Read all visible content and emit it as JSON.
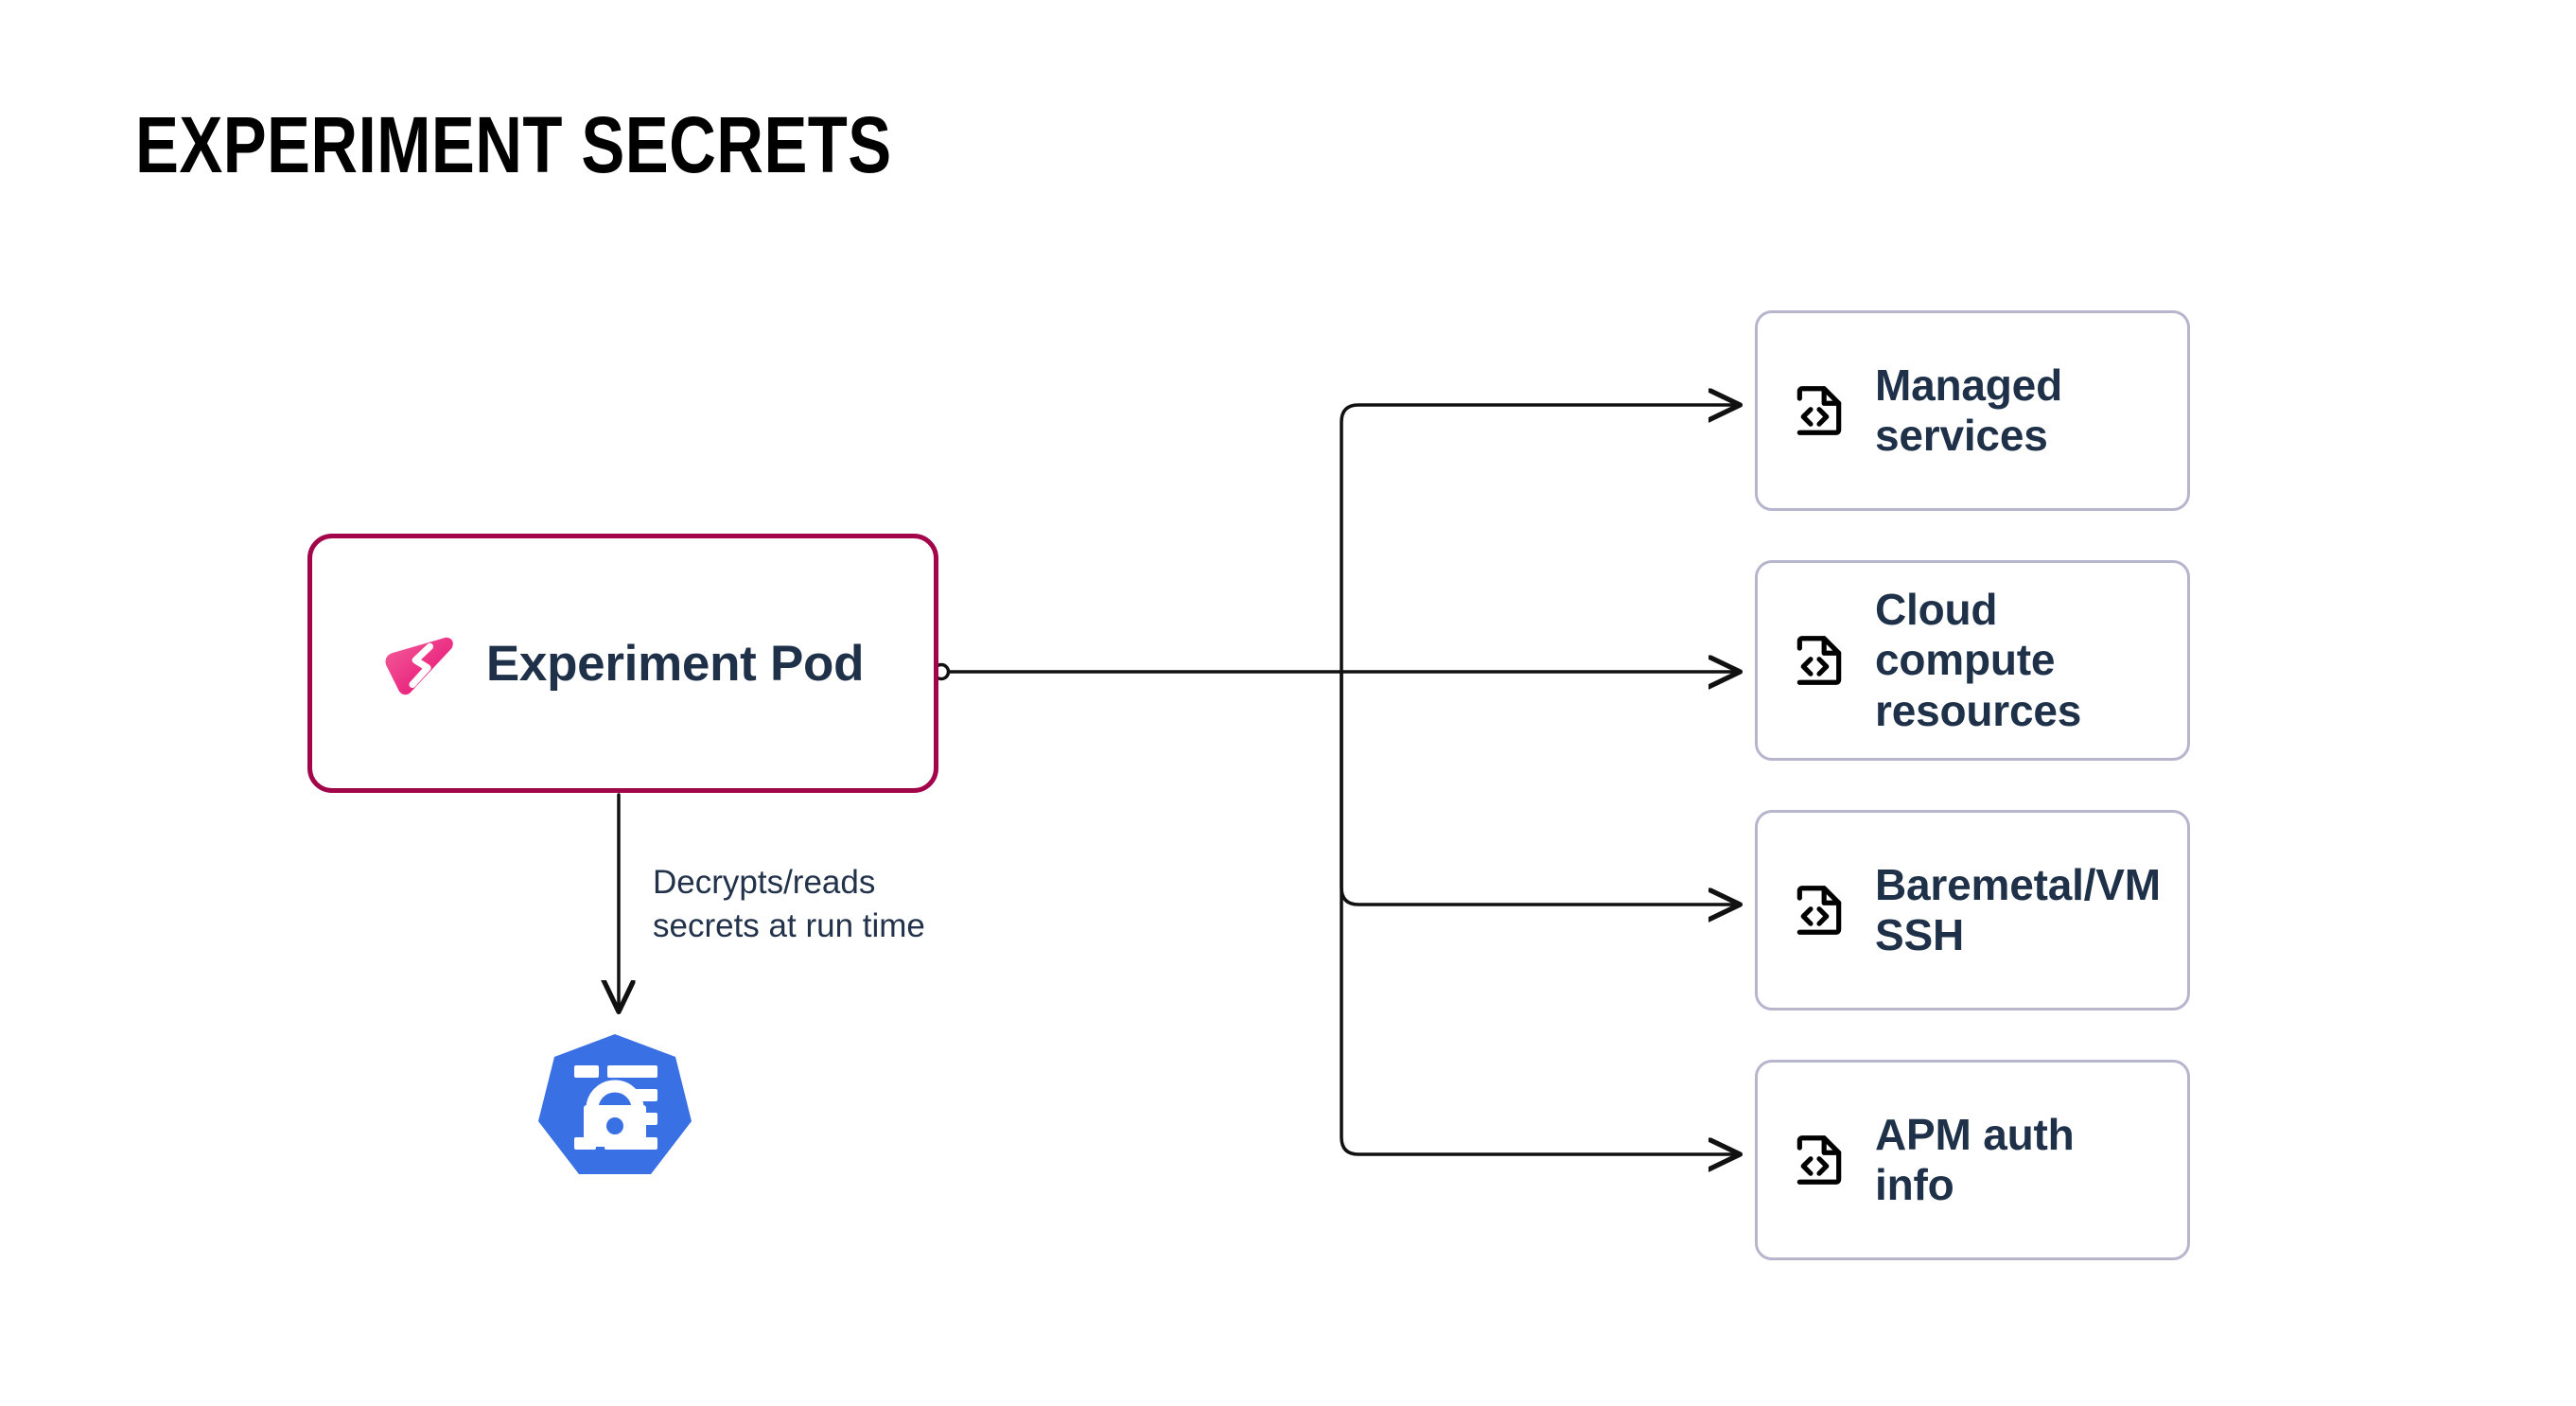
{
  "page": {
    "title": "EXPERIMENT SECRETS",
    "background_color": "#FFFFFF"
  },
  "colors": {
    "pod_border": "#A2054A",
    "pod_logo_pink_light": "#F25C96",
    "pod_logo_pink_dark": "#E3187C",
    "card_border": "#B5B5CD",
    "text_navy": "#1F3149",
    "label_navy": "#22324A",
    "kubernetes_blue": "#3970E4",
    "connector_black": "#111111"
  },
  "pod": {
    "label": "Experiment Pod",
    "logo_icon": "litmus-chaos-logo-icon"
  },
  "secret": {
    "label": "secret",
    "icon": "kubernetes-secret-icon"
  },
  "edge": {
    "label_line_1": "Decrypts/reads",
    "label_line_2": "secrets at run time"
  },
  "targets": [
    {
      "label_line_1": "Managed",
      "label_line_2": "services",
      "icon": "file-code-icon"
    },
    {
      "label_line_1": "Cloud compute",
      "label_line_2": "resources",
      "icon": "file-code-icon"
    },
    {
      "label_line_1": "Baremetal/VM",
      "label_line_2": "SSH",
      "icon": "file-code-icon"
    },
    {
      "label_line_1": "APM auth info",
      "label_line_2": "",
      "icon": "file-code-icon"
    }
  ]
}
